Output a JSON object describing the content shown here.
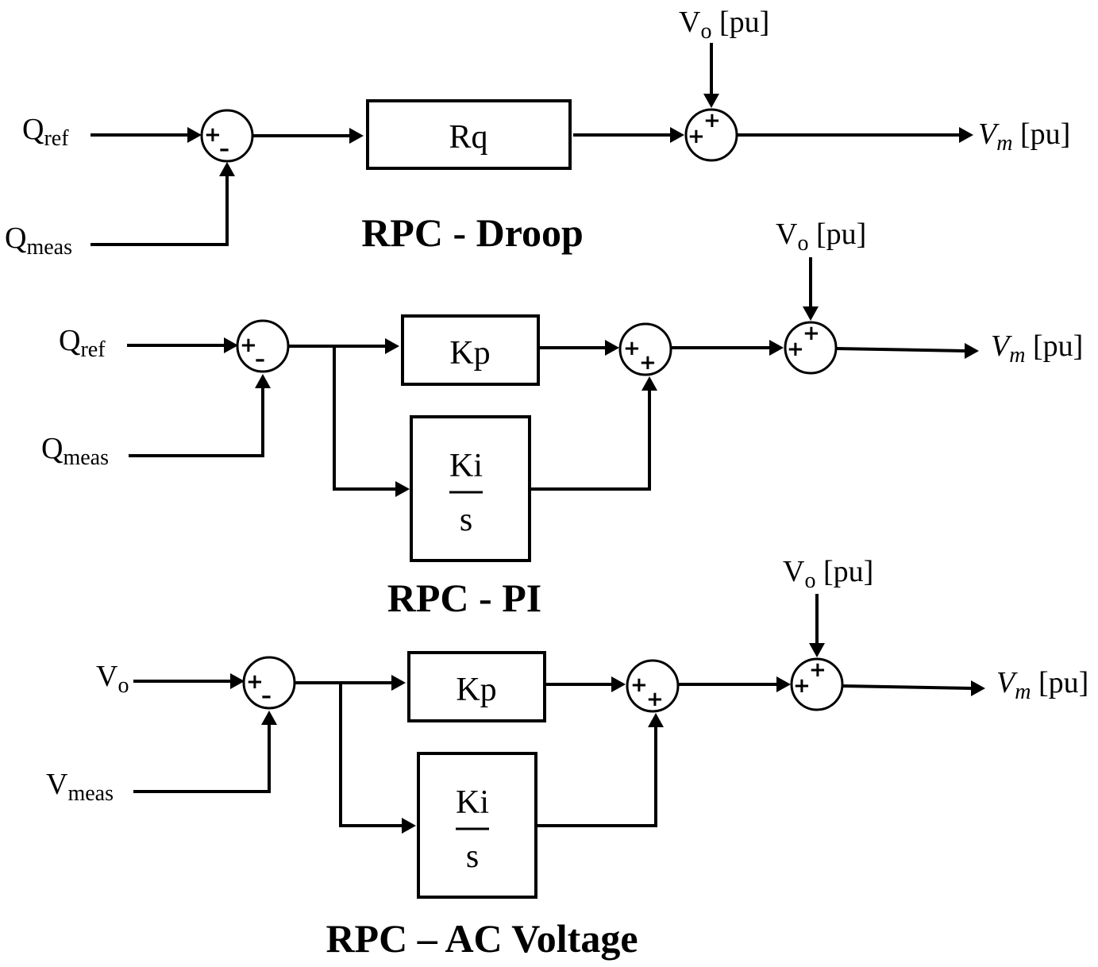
{
  "droop": {
    "title": "RPC - Droop",
    "input_ref": {
      "main": "Q",
      "sub": "ref"
    },
    "input_meas": {
      "main": "Q",
      "sub": "meas"
    },
    "gain": "Rq",
    "vo": {
      "main": "V",
      "sub": "o",
      "unit": " [pu]"
    },
    "out": {
      "main": "V",
      "sub": "m",
      "unit": " [pu]"
    },
    "sum1_signs": [
      "+",
      "–"
    ],
    "sum2_signs": [
      "+",
      "+"
    ]
  },
  "pi": {
    "title": "RPC - PI",
    "input_ref": {
      "main": "Q",
      "sub": "ref"
    },
    "input_meas": {
      "main": "Q",
      "sub": "meas"
    },
    "kp": "Kp",
    "ki_num": "Ki",
    "ki_den": "s",
    "vo": {
      "main": "V",
      "sub": "o",
      "unit": " [pu]"
    },
    "out": {
      "main": "V",
      "sub": "m",
      "unit": " [pu]"
    },
    "sum1_signs": [
      "+",
      "–"
    ],
    "sum2_signs": [
      "+",
      "+"
    ],
    "sum3_signs": [
      "+",
      "+"
    ]
  },
  "ac": {
    "title": "RPC – AC Voltage",
    "input_ref": {
      "main": "V",
      "sub": "o"
    },
    "input_meas": {
      "main": "V",
      "sub": "meas"
    },
    "kp": "Kp",
    "ki_num": "Ki",
    "ki_den": "s",
    "vo": {
      "main": "V",
      "sub": "o",
      "unit": " [pu]"
    },
    "out": {
      "main": "V",
      "sub": "m",
      "unit": " [pu]"
    },
    "sum1_signs": [
      "+",
      "–"
    ],
    "sum2_signs": [
      "+",
      "+"
    ],
    "sum3_signs": [
      "+",
      "+"
    ]
  }
}
